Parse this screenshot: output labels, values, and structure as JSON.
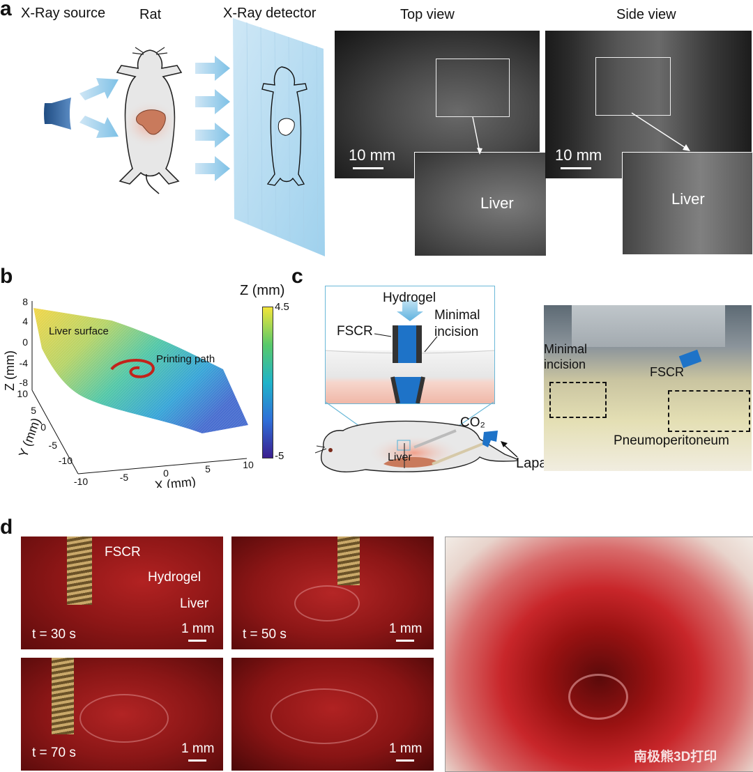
{
  "panels": {
    "a": "a",
    "b": "b",
    "c": "c",
    "d": "d"
  },
  "panel_a": {
    "xray_source": "X-Ray source",
    "rat": "Rat",
    "xray_detector": "X-Ray detector",
    "top_view": "Top view",
    "side_view": "Side view",
    "scale_top": "10 mm",
    "scale_side": "10 mm",
    "liver_top": "Liver",
    "liver_side": "Liver"
  },
  "panel_b": {
    "z_label": "Z (mm)",
    "y_label": "Y (mm)",
    "x_label": "X (mm)",
    "liver_surface": "Liver surface",
    "printing_path": "Printing path",
    "colorbar_title": "Z (mm)",
    "colorbar_max": "4.5",
    "colorbar_min": "-5",
    "z_ticks": [
      "8",
      "4",
      "0",
      "-4",
      "-8"
    ],
    "y_ticks": [
      "10",
      "5",
      "0",
      "-5",
      "-10"
    ],
    "x_ticks": [
      "-10",
      "-5",
      "0",
      "5",
      "10"
    ]
  },
  "panel_c": {
    "hydrogel": "Hydrogel",
    "fscr": "FSCR",
    "minimal_incision": "Minimal\nincision",
    "co2": "CO₂",
    "liver": "Liver",
    "laparoscope": "Laparoscope",
    "photo_minimal_incision": "Minimal\nincision",
    "photo_fscr": "FSCR",
    "pneumoperitoneum": "Pneumoperitoneum"
  },
  "panel_d": {
    "fscr": "FSCR",
    "hydrogel": "Hydrogel",
    "liver": "Liver",
    "t30": "t = 30 s",
    "t50": "t = 50 s",
    "t70": "t = 70 s",
    "scale1": "1 mm",
    "scale2": "1 mm",
    "scale3": "1 mm",
    "scale4": "1 mm",
    "watermark": "南极熊3D打印"
  },
  "colors": {
    "colormap": [
      "#3b1f8f",
      "#2f6fd8",
      "#1fb3c9",
      "#58c96a",
      "#f2e53a"
    ],
    "printing_path": "#c2231b",
    "hydrogel_blue": "#1e73c8",
    "tissue_red": "#8a1414"
  }
}
